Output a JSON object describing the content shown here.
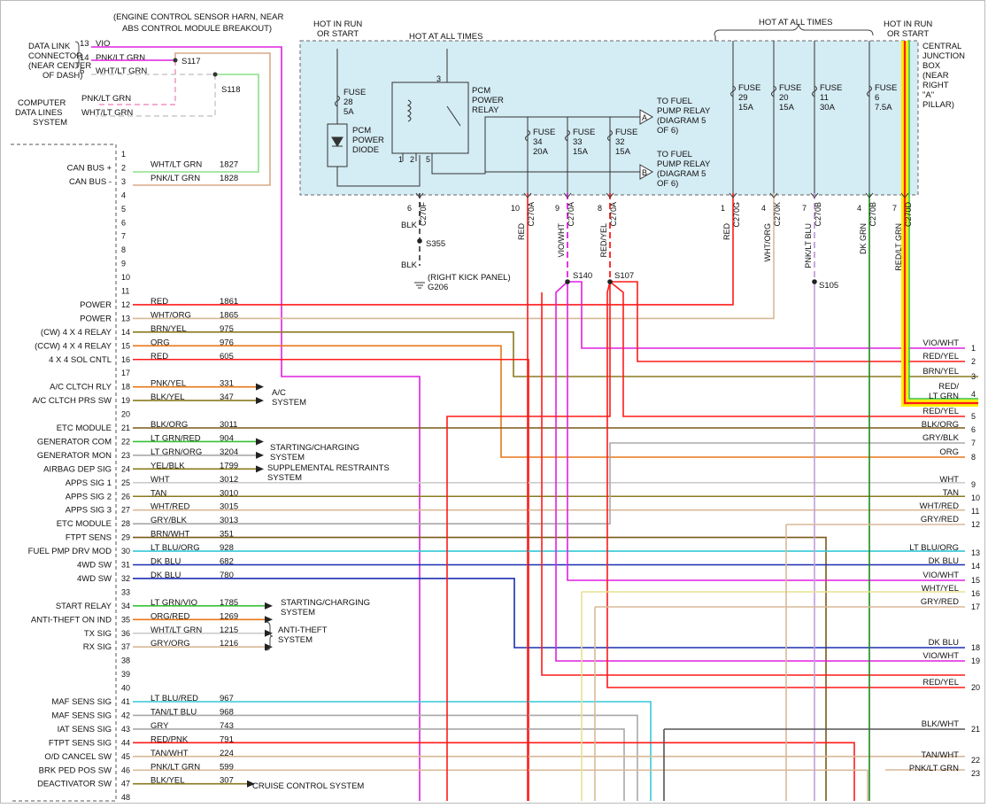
{
  "top_labels": {
    "engine_harness_1": "(ENGINE CONTROL SENSOR HARN, NEAR",
    "engine_harness_2": "ABS CONTROL MODULE BREAKOUT)",
    "hot_run_left_1": "HOT IN RUN",
    "hot_run_left_2": "OR START",
    "hot_all_times_left": "HOT AT ALL TIMES",
    "hot_all_times_right": "HOT AT ALL TIMES",
    "hot_run_right_1": "HOT IN RUN",
    "hot_run_right_2": "OR START"
  },
  "dlc": {
    "lines": [
      "DATA LINK",
      "CONNECTOR",
      "(NEAR CENTER",
      "OF DASH)"
    ],
    "pins": [
      {
        "pin": "13",
        "color": "VIO"
      },
      {
        "pin": "14",
        "color": "PNK/LT GRN"
      },
      {
        "pin": "6",
        "color": "WHT/LT GRN"
      }
    ],
    "splices": [
      "S117",
      "S118"
    ]
  },
  "computer_lines": {
    "lines": [
      "COMPUTER",
      "DATA LINES",
      "SYSTEM"
    ],
    "wires": [
      "PNK/LT GRN",
      "WHT/LT GRN"
    ]
  },
  "junction_box": {
    "label_lines": [
      "CENTRAL",
      "JUNCTION",
      "BOX",
      "(NEAR",
      "RIGHT",
      "\"A\"",
      "PILLAR)"
    ],
    "fuse_pcm": [
      "FUSE",
      "28",
      "5A"
    ],
    "diode": [
      "PCM",
      "POWER",
      "DIODE"
    ],
    "relay": [
      "PCM",
      "POWER",
      "RELAY"
    ],
    "relay_pins": [
      "3",
      "1",
      "2",
      "5"
    ],
    "to_fuel_a": [
      "TO FUEL",
      "PUMP RELAY",
      "(DIAGRAM 5",
      "OF 6)"
    ],
    "to_fuel_b": [
      "TO FUEL",
      "PUMP RELAY",
      "(DIAGRAM 5",
      "OF 6)"
    ],
    "marker_a": "A",
    "marker_b": "B",
    "fuses": [
      [
        "FUSE",
        "34",
        "20A"
      ],
      [
        "FUSE",
        "33",
        "15A"
      ],
      [
        "FUSE",
        "32",
        "15A"
      ],
      [
        "FUSE",
        "29",
        "15A"
      ],
      [
        "FUSE",
        "20",
        "15A"
      ],
      [
        "FUSE",
        "11",
        "30A"
      ],
      [
        "FUSE",
        "6",
        "7.5A"
      ]
    ]
  },
  "connectors": [
    {
      "pin": "6",
      "conn": "C270F"
    },
    {
      "pin": "10",
      "conn": "C270A"
    },
    {
      "pin": "9",
      "conn": "C270A"
    },
    {
      "pin": "8",
      "conn": "C270A"
    },
    {
      "pin": "1",
      "conn": "C270G"
    },
    {
      "pin": "4",
      "conn": "C270K"
    },
    {
      "pin": "7",
      "conn": "C270B"
    },
    {
      "pin": "4",
      "conn": "C270B"
    },
    {
      "pin": "7",
      "conn": "C270D"
    }
  ],
  "vertical_wire_labels": [
    "RED",
    "VIO/WHT",
    "RED/YEL",
    "RED",
    "WHT/ORG",
    "PNK/LT BLU",
    "DK GRN",
    "RED/LT GRN"
  ],
  "ground": {
    "wire1": "BLK",
    "splice": "S355",
    "wire2": "BLK",
    "location": "(RIGHT KICK PANEL)",
    "id": "G206"
  },
  "splices_mid": [
    "S140",
    "S107",
    "S105"
  ],
  "pcm_pins": [
    {
      "n": "1",
      "fn": "",
      "color": "",
      "circuit": ""
    },
    {
      "n": "2",
      "fn": "CAN BUS +",
      "color": "WHT/LT GRN",
      "circuit": "1827"
    },
    {
      "n": "3",
      "fn": "CAN BUS -",
      "color": "PNK/LT GRN",
      "circuit": "1828"
    },
    {
      "n": "4",
      "fn": "",
      "color": "",
      "circuit": ""
    },
    {
      "n": "5",
      "fn": "",
      "color": "",
      "circuit": ""
    },
    {
      "n": "6",
      "fn": "",
      "color": "",
      "circuit": ""
    },
    {
      "n": "7",
      "fn": "",
      "color": "",
      "circuit": ""
    },
    {
      "n": "8",
      "fn": "",
      "color": "",
      "circuit": ""
    },
    {
      "n": "9",
      "fn": "",
      "color": "",
      "circuit": ""
    },
    {
      "n": "10",
      "fn": "",
      "color": "",
      "circuit": ""
    },
    {
      "n": "11",
      "fn": "",
      "color": "",
      "circuit": ""
    },
    {
      "n": "12",
      "fn": "POWER",
      "color": "RED",
      "circuit": "1861"
    },
    {
      "n": "13",
      "fn": "POWER",
      "color": "WHT/ORG",
      "circuit": "1865"
    },
    {
      "n": "14",
      "fn": "(CW) 4 X 4 RELAY",
      "color": "BRN/YEL",
      "circuit": "975"
    },
    {
      "n": "15",
      "fn": "(CCW) 4 X 4 RELAY",
      "color": "ORG",
      "circuit": "976"
    },
    {
      "n": "16",
      "fn": "4 X 4 SOL CNTL",
      "color": "RED",
      "circuit": "605"
    },
    {
      "n": "17",
      "fn": "",
      "color": "",
      "circuit": ""
    },
    {
      "n": "18",
      "fn": "A/C CLTCH RLY",
      "color": "PNK/YEL",
      "circuit": "331"
    },
    {
      "n": "19",
      "fn": "A/C CLTCH PRS SW",
      "color": "BLK/YEL",
      "circuit": "347"
    },
    {
      "n": "20",
      "fn": "",
      "color": "",
      "circuit": ""
    },
    {
      "n": "21",
      "fn": "ETC MODULE",
      "color": "BLK/ORG",
      "circuit": "3011"
    },
    {
      "n": "22",
      "fn": "GENERATOR COM",
      "color": "LT GRN/RED",
      "circuit": "904"
    },
    {
      "n": "23",
      "fn": "GENERATOR MON",
      "color": "LT GRN/ORG",
      "circuit": "3204"
    },
    {
      "n": "24",
      "fn": "AIRBAG DEP SIG",
      "color": "YEL/BLK",
      "circuit": "1799"
    },
    {
      "n": "25",
      "fn": "APPS SIG 1",
      "color": "WHT",
      "circuit": "3012"
    },
    {
      "n": "26",
      "fn": "APPS SIG 2",
      "color": "TAN",
      "circuit": "3010"
    },
    {
      "n": "27",
      "fn": "APPS SIG 3",
      "color": "WHT/RED",
      "circuit": "3015"
    },
    {
      "n": "28",
      "fn": "ETC MODULE",
      "color": "GRY/BLK",
      "circuit": "3013"
    },
    {
      "n": "29",
      "fn": "FTPT SENS",
      "color": "BRN/WHT",
      "circuit": "351"
    },
    {
      "n": "30",
      "fn": "FUEL PMP DRV MOD",
      "color": "LT BLU/ORG",
      "circuit": "928"
    },
    {
      "n": "31",
      "fn": "4WD SW",
      "color": "DK BLU",
      "circuit": "682"
    },
    {
      "n": "32",
      "fn": "4WD SW",
      "color": "DK BLU",
      "circuit": "780"
    },
    {
      "n": "33",
      "fn": "",
      "color": "",
      "circuit": ""
    },
    {
      "n": "34",
      "fn": "START RELAY",
      "color": "LT GRN/VIO",
      "circuit": "1785"
    },
    {
      "n": "35",
      "fn": "ANTI-THEFT ON IND",
      "color": "ORG/RED",
      "circuit": "1269"
    },
    {
      "n": "36",
      "fn": "TX SIG",
      "color": "WHT/LT GRN",
      "circuit": "1215"
    },
    {
      "n": "37",
      "fn": "RX SIG",
      "color": "GRY/ORG",
      "circuit": "1216"
    },
    {
      "n": "38",
      "fn": "",
      "color": "",
      "circuit": ""
    },
    {
      "n": "39",
      "fn": "",
      "color": "",
      "circuit": ""
    },
    {
      "n": "40",
      "fn": "",
      "color": "",
      "circuit": ""
    },
    {
      "n": "41",
      "fn": "MAF SENS SIG",
      "color": "LT BLU/RED",
      "circuit": "967"
    },
    {
      "n": "42",
      "fn": "MAF SENS SIG",
      "color": "TAN/LT BLU",
      "circuit": "968"
    },
    {
      "n": "43",
      "fn": "IAT SENS SIG",
      "color": "GRY",
      "circuit": "743"
    },
    {
      "n": "44",
      "fn": "FTPT SENS SIG",
      "color": "RED/PNK",
      "circuit": "791"
    },
    {
      "n": "45",
      "fn": "O/D CANCEL SW",
      "color": "TAN/WHT",
      "circuit": "224"
    },
    {
      "n": "46",
      "fn": "BRK PED POS SW",
      "color": "PNK/LT GRN",
      "circuit": "599"
    },
    {
      "n": "47",
      "fn": "DEACTIVATOR SW",
      "color": "BLK/YEL",
      "circuit": "307"
    },
    {
      "n": "48",
      "fn": "",
      "color": "",
      "circuit": ""
    }
  ],
  "system_labels": {
    "ac": [
      "A/C",
      "SYSTEM"
    ],
    "starting1": [
      "STARTING/CHARGING",
      "SYSTEM"
    ],
    "srs": [
      "SUPPLEMENTAL RESTRAINTS",
      "SYSTEM"
    ],
    "starting2": [
      "STARTING/CHARGING",
      "SYSTEM"
    ],
    "antitheft": [
      "ANTI-THEFT",
      "SYSTEM"
    ],
    "cruise": "CRUISE CONTROL SYSTEM"
  },
  "right_outputs": [
    {
      "n": "1",
      "label": "VIO/WHT"
    },
    {
      "n": "2",
      "label": "RED/YEL"
    },
    {
      "n": "3",
      "label": "BRN/YEL"
    },
    {
      "n": "4",
      "label": "RED/ LT GRN"
    },
    {
      "n": "5",
      "label": "RED/YEL"
    },
    {
      "n": "6",
      "label": "BLK/ORG"
    },
    {
      "n": "7",
      "label": "GRY/BLK"
    },
    {
      "n": "8",
      "label": "ORG"
    },
    {
      "n": "9",
      "label": "WHT"
    },
    {
      "n": "10",
      "label": "TAN"
    },
    {
      "n": "11",
      "label": "WHT/RED"
    },
    {
      "n": "12",
      "label": "GRY/RED"
    },
    {
      "n": "13",
      "label": "LT BLU/ORG"
    },
    {
      "n": "14",
      "label": "DK BLU"
    },
    {
      "n": "15",
      "label": "VIO/WHT"
    },
    {
      "n": "16",
      "label": "WHT/YEL"
    },
    {
      "n": "17",
      "label": "GRY/RED"
    },
    {
      "n": "18",
      "label": "DK BLU"
    },
    {
      "n": "19",
      "label": "VIO/WHT"
    },
    {
      "n": "20",
      "label": "RED/YEL"
    },
    {
      "n": "21",
      "label": "BLK/WHT"
    },
    {
      "n": "22",
      "label": "TAN/WHT"
    },
    {
      "n": "23",
      "label": "PNK/LT GRN"
    }
  ],
  "wire_colors": {
    "red": "#ff1a1a",
    "vio": "#e020e0",
    "orange": "#e8771a",
    "brn": "#7a5a18",
    "blue": "#1a2eb0",
    "ltblu": "#35c8d8",
    "green": "#36c236",
    "dkgrn": "#1a8a1a",
    "gray": "#a8a8a8",
    "tan": "#d8b998",
    "olive": "#8a7a20",
    "jb_fill": "#d4ecf4",
    "highlight": "#ffee00"
  }
}
